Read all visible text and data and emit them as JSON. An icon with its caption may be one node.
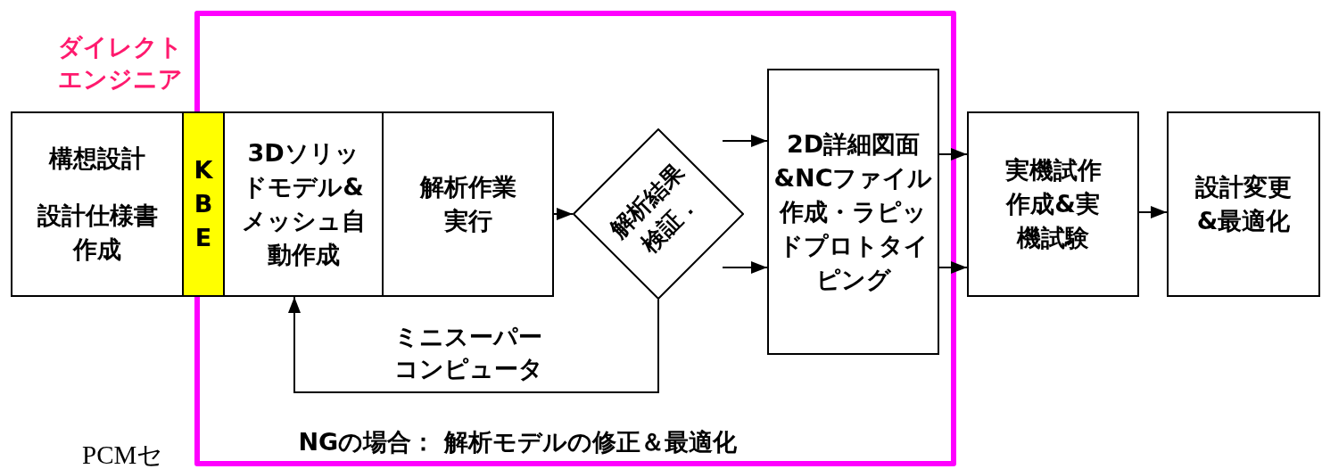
{
  "diagram": {
    "nodes": [
      {
        "text": [
          "ダイレクトエンジニア"
        ]
      },
      {
        "text": [
          "構想設計",
          "設計仕様書作成"
        ]
      },
      {
        "text": [
          "K B E"
        ]
      },
      {
        "text": [
          "3Dソリッドモデル&メッシュ自動作成"
        ],
        "in": 0
      },
      {
        "text": [
          "解析作業実行"
        ],
        "in": 0
      },
      {
        "text": [
          "解析結果検証．"
        ],
        "in": 0
      },
      {
        "text": [
          "2D詳細図面&NCファイル作成・ラピッドプロトタイピング"
        ],
        "in": 0
      },
      {
        "text": [
          "実機試作作成&実機試験"
        ]
      },
      {
        "text": [
          "設計変更&最適化"
        ]
      }
    ],
    "edges": [
      {
        "from": 4,
        "to": 5,
        "arrow": "to"
      },
      {
        "from": 5,
        "to": 3,
        "arrow": "to"
      },
      {
        "from": null,
        "to": 6,
        "arrow": "to"
      },
      {
        "from": null,
        "to": 6,
        "arrow": "to"
      },
      {
        "from": 6,
        "to": 7,
        "arrow": "to"
      },
      {
        "from": 6,
        "to": 7,
        "arrow": "to"
      },
      {
        "from": 7,
        "to": 8,
        "arrow": "to"
      }
    ],
    "labels": [
      "ミニスーパーコンピュータ",
      "NGの場合： 解析モデルの修正＆最適化",
      "PCMセ"
    ]
  }
}
